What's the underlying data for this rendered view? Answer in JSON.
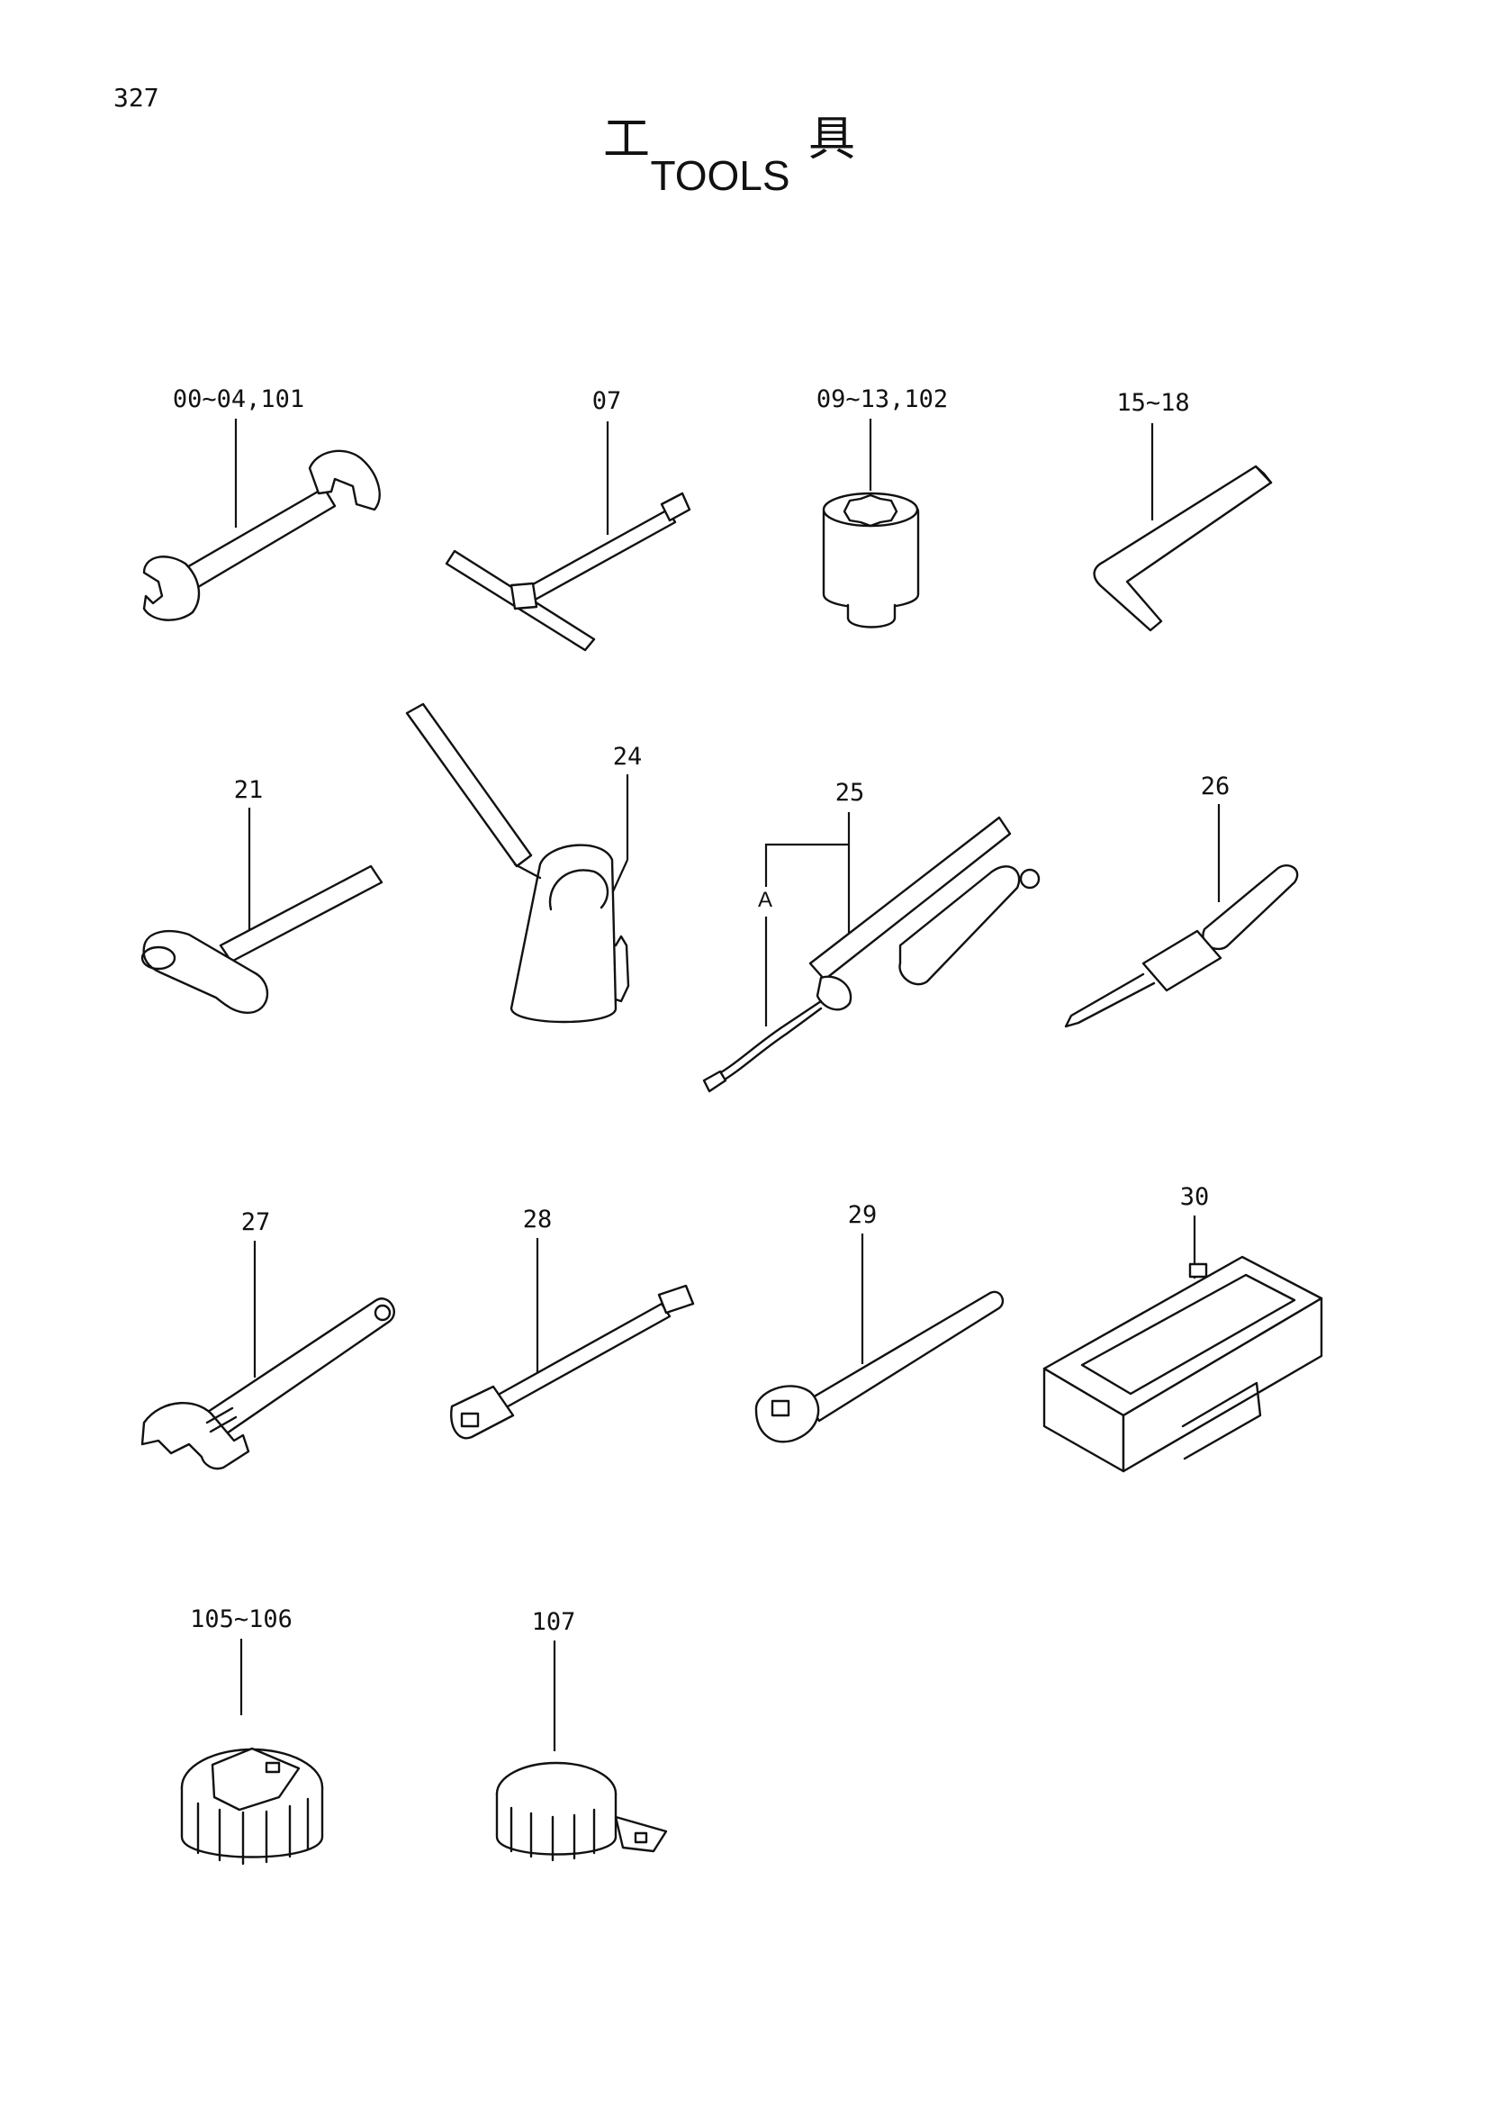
{
  "page": {
    "number": "327",
    "title_jp_1": "工",
    "title_jp_2": "具",
    "title_en": "TOOLS"
  },
  "parts": [
    {
      "id": "wrench",
      "label": "00~04,101"
    },
    {
      "id": "t-box-wrench",
      "label": "07"
    },
    {
      "id": "socket",
      "label": "09~13,102"
    },
    {
      "id": "hex-key",
      "label": "15~18"
    },
    {
      "id": "hammer",
      "label": "21"
    },
    {
      "id": "oil-can",
      "label": "24"
    },
    {
      "id": "grease-gun",
      "label": "25"
    },
    {
      "id": "screwdriver",
      "label": "26"
    },
    {
      "id": "adjustable-wrench",
      "label": "27"
    },
    {
      "id": "extension-bar",
      "label": "28"
    },
    {
      "id": "ratchet-handle",
      "label": "29"
    },
    {
      "id": "tool-box",
      "label": "30"
    },
    {
      "id": "filter-wrench-a",
      "label": "105~106"
    },
    {
      "id": "filter-wrench-b",
      "label": "107"
    }
  ],
  "callouts": {
    "grease_gun_dimension": "A"
  }
}
